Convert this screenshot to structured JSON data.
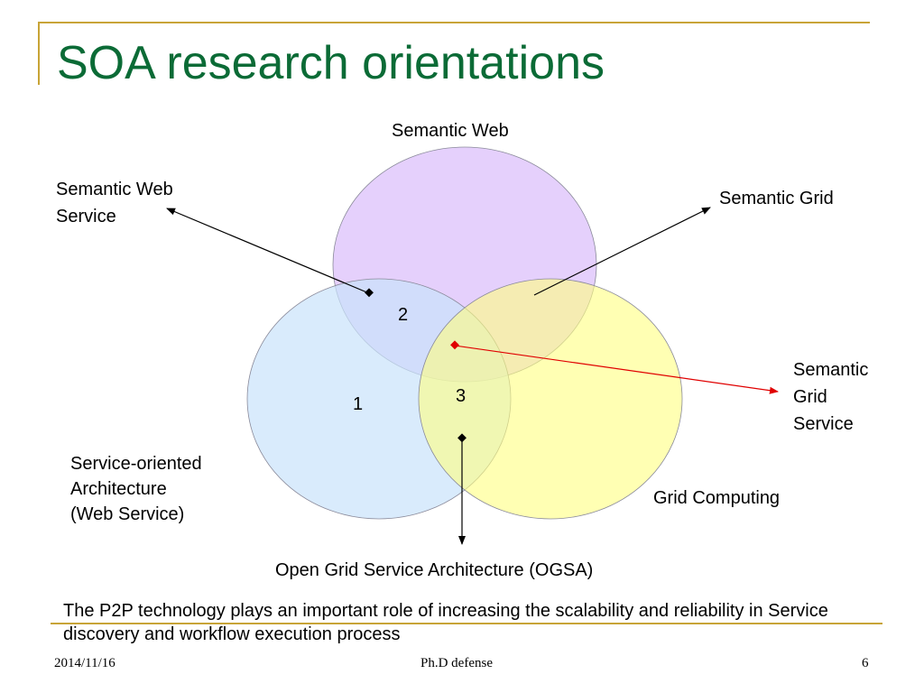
{
  "title": "SOA research orientations",
  "diagram": {
    "circles": {
      "semantic_web": {
        "label": "Semantic Web",
        "fill": "#e0c8fb"
      },
      "soa": {
        "label_lines": [
          "Service-oriented",
          "Architecture",
          "(Web Service)"
        ],
        "fill": "#c9e2fb"
      },
      "grid": {
        "label": "Grid Computing",
        "fill": "#ffff80"
      }
    },
    "regions": {
      "r1": "1",
      "r2": "2",
      "r3": "3"
    },
    "callouts": {
      "semantic_web_service": [
        "Semantic Web",
        "Service"
      ],
      "semantic_grid": "Semantic Grid",
      "semantic_grid_service": [
        "Semantic",
        "Grid",
        "Service"
      ],
      "ogsa": "Open Grid Service Architecture (OGSA)"
    },
    "colors": {
      "arrow": "#000000",
      "highlight_arrow": "#e00000"
    }
  },
  "note": "The P2P technology plays an important role of increasing the scalability and reliability in Service discovery and workflow execution process",
  "footer": {
    "date": "2014/11/16",
    "center": "Ph.D defense",
    "page": "6"
  },
  "theme": {
    "title_color": "#0b6b36",
    "rule_color": "#c8a437"
  }
}
